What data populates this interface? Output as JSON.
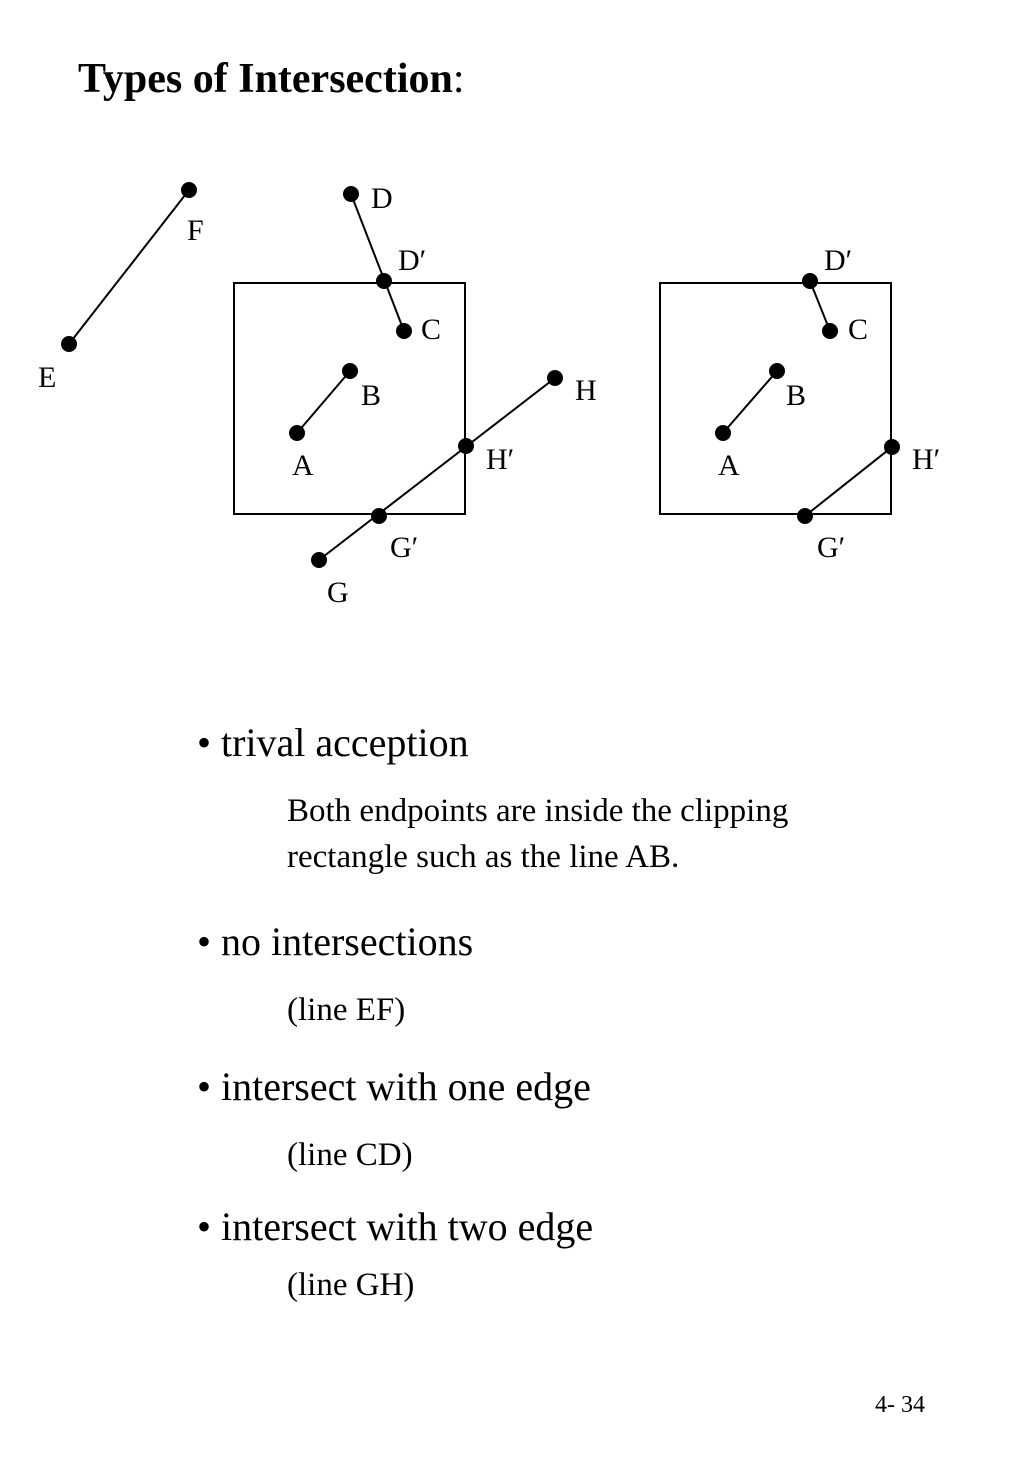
{
  "title": {
    "main": "Types of Intersection",
    "punct": ":"
  },
  "diagram": {
    "labels": {
      "E": "E",
      "F": "F",
      "D": "D",
      "Dp": "D′",
      "C": "C",
      "B": "B",
      "A": "A",
      "H": "H",
      "Hp": "H′",
      "Gp": "G′",
      "G": "G"
    }
  },
  "bullets": [
    {
      "head": "• trival acception",
      "body": [
        "Both endpoints are inside the clipping",
        "rectangle such as the line AB."
      ]
    },
    {
      "head": "• no intersections",
      "body": [
        "(line EF)"
      ]
    },
    {
      "head": "• intersect with one edge",
      "body": [
        "(line CD)"
      ]
    },
    {
      "head": "• intersect with two edge",
      "body": [
        "(line GH)"
      ]
    }
  ],
  "page_number": "4- 34"
}
